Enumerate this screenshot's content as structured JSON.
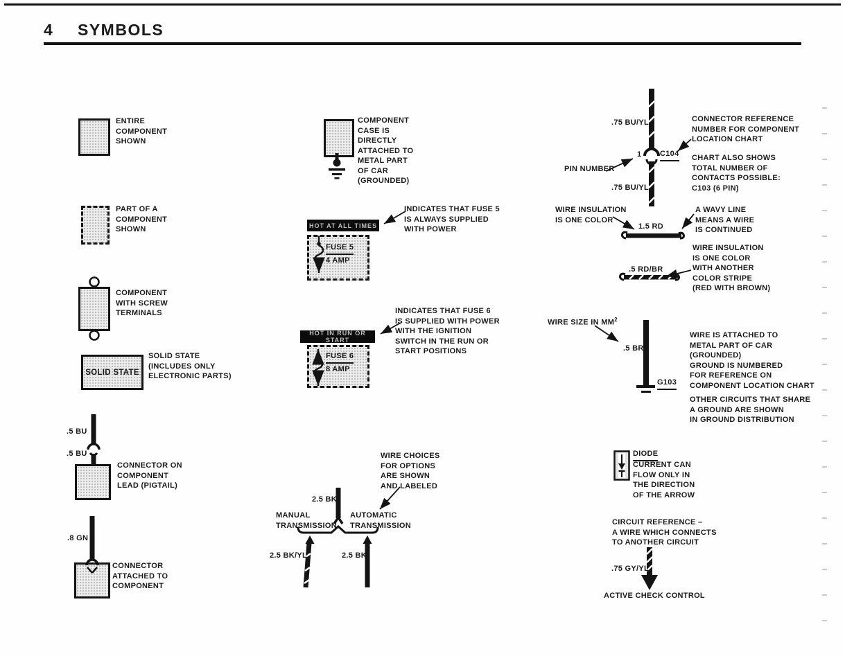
{
  "page": {
    "number": "4",
    "title": "SYMBOLS"
  },
  "colors": {
    "ink": "#141414",
    "paper": "#fefefe",
    "banner_bg": "#0c0c0c",
    "banner_text": "#bfbfbf",
    "stipple_fill": "#ececec"
  },
  "icons": {
    "inline-connector-icon": "interlocking arc pair on wire",
    "ground-icon": "dot with tapering bars",
    "fuse-icon": "S-squiggle with end dots",
    "wavy-end-icon": "curled wire end",
    "diode-icon": "triangle and bar in box",
    "screw-terminal-icon": "circle",
    "arrow-icon": "solid triangular head"
  },
  "left": {
    "entire_component": {
      "label": "ENTIRE\nCOMPONENT\nSHOWN"
    },
    "part_component": {
      "label": "PART OF A\nCOMPONENT\nSHOWN"
    },
    "screw_terminals": {
      "label": "COMPONENT\nWITH SCREW\nTERMINALS"
    },
    "solid_state": {
      "box_label": "SOLID STATE",
      "label": "SOLID STATE\n(INCLUDES ONLY\nELECTRONIC PARTS)"
    },
    "pigtail": {
      "wire_top": ".5 BU",
      "wire_bottom": ".5 BU",
      "label": "CONNECTOR ON\nCOMPONENT\nLEAD (PIGTAIL)"
    },
    "attached": {
      "wire": ".8 GN",
      "label": "CONNECTOR\nATTACHED TO\nCOMPONENT"
    }
  },
  "middle": {
    "grounded_case": {
      "label": "COMPONENT\nCASE IS\nDIRECTLY\nATTACHED TO\nMETAL PART\nOF CAR\n(GROUNDED)"
    },
    "fuse5": {
      "banner": "HOT AT ALL TIMES",
      "note": "INDICATES THAT FUSE 5\nIS ALWAYS SUPPLIED\nWITH POWER",
      "name": "FUSE 5",
      "rating": "4 AMP"
    },
    "fuse6": {
      "banner": "HOT IN RUN OR START",
      "note": "INDICATES THAT FUSE 6\nIS SUPPLIED WITH POWER\nWITH THE IGNITION\nSWITCH IN THE RUN OR\nSTART POSITIONS",
      "name": "FUSE 6",
      "rating": "8 AMP"
    },
    "options": {
      "note": "WIRE CHOICES\nFOR OPTIONS\nARE SHOWN\nAND LABELED",
      "main_wire": "2.5 BK",
      "left_branch": "MANUAL\nTRANSMISSION",
      "right_branch": "AUTOMATIC\nTRANSMISSION",
      "left_wire": "2.5 BK/YL",
      "right_wire": "2.5 BK"
    }
  },
  "right": {
    "connector": {
      "wire_top": ".75 BU/YL",
      "wire_bottom": ".75 BU/YL",
      "pin": "1",
      "ref": "C104",
      "pin_label": "PIN NUMBER",
      "note_ref": "CONNECTOR REFERENCE\nNUMBER FOR COMPONENT\nLOCATION CHART",
      "note_chart": "CHART ALSO SHOWS\nTOTAL NUMBER OF\nCONTACTS POSSIBLE:\nC103 (6 PIN)"
    },
    "insulation": {
      "note_color": "WIRE INSULATION\nIS ONE COLOR",
      "wire_plain": "1.5 RD",
      "note_wavy": "A WAVY LINE\nMEANS A WIRE\nIS CONTINUED",
      "wire_striped": ".5 RD/BR",
      "note_stripe": "WIRE INSULATION\nIS ONE COLOR\nWITH ANOTHER\nCOLOR STRIPE\n(RED WITH BROWN)"
    },
    "ground": {
      "size_label": "WIRE SIZE IN MM",
      "size_sup": "2",
      "wire": ".5 BR",
      "ref": "G103",
      "note_attached": "WIRE IS ATTACHED TO\nMETAL PART OF CAR\n(GROUNDED)\nGROUND IS NUMBERED\nFOR REFERENCE ON\nCOMPONENT LOCATION CHART",
      "note_share": "OTHER CIRCUITS THAT SHARE\nA GROUND ARE SHOWN\nIN GROUND DISTRIBUTION"
    },
    "diode": {
      "title": "DIODE",
      "note": "CURRENT CAN\nFLOW ONLY IN\nTHE DIRECTION\nOF THE ARROW"
    },
    "circuit_ref": {
      "note": "CIRCUIT REFERENCE –\nA WIRE WHICH CONNECTS\nTO ANOTHER CIRCUIT",
      "wire": ".75 GY/YL",
      "target": "ACTIVE CHECK CONTROL"
    }
  }
}
